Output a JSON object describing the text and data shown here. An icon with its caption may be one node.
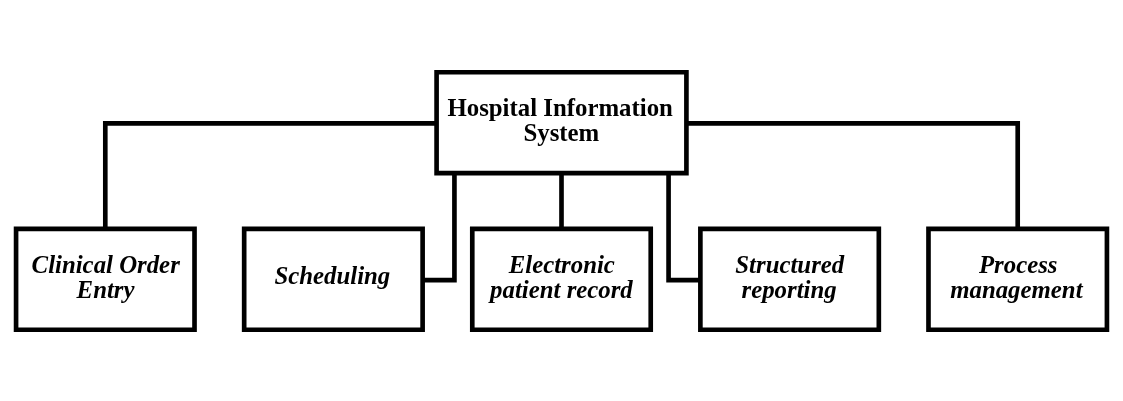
{
  "diagram": {
    "nodes": [
      {
        "text": [
          "Hospital Information System"
        ]
      },
      {
        "text": [
          "Clinical Order Entry"
        ]
      },
      {
        "text": [
          "Scheduling"
        ]
      },
      {
        "text": [
          "Electronic patient record"
        ]
      },
      {
        "text": [
          "Structured reporting"
        ]
      },
      {
        "text": [
          "Process management"
        ]
      }
    ],
    "edges": [
      {
        "from": 0,
        "to": 1,
        "arrow": "none"
      },
      {
        "from": 0,
        "to": 2,
        "arrow": "none"
      },
      {
        "from": 0,
        "to": 3,
        "arrow": "none"
      },
      {
        "from": 0,
        "to": 4,
        "arrow": "none"
      },
      {
        "from": 0,
        "to": 5,
        "arrow": "none"
      }
    ]
  }
}
